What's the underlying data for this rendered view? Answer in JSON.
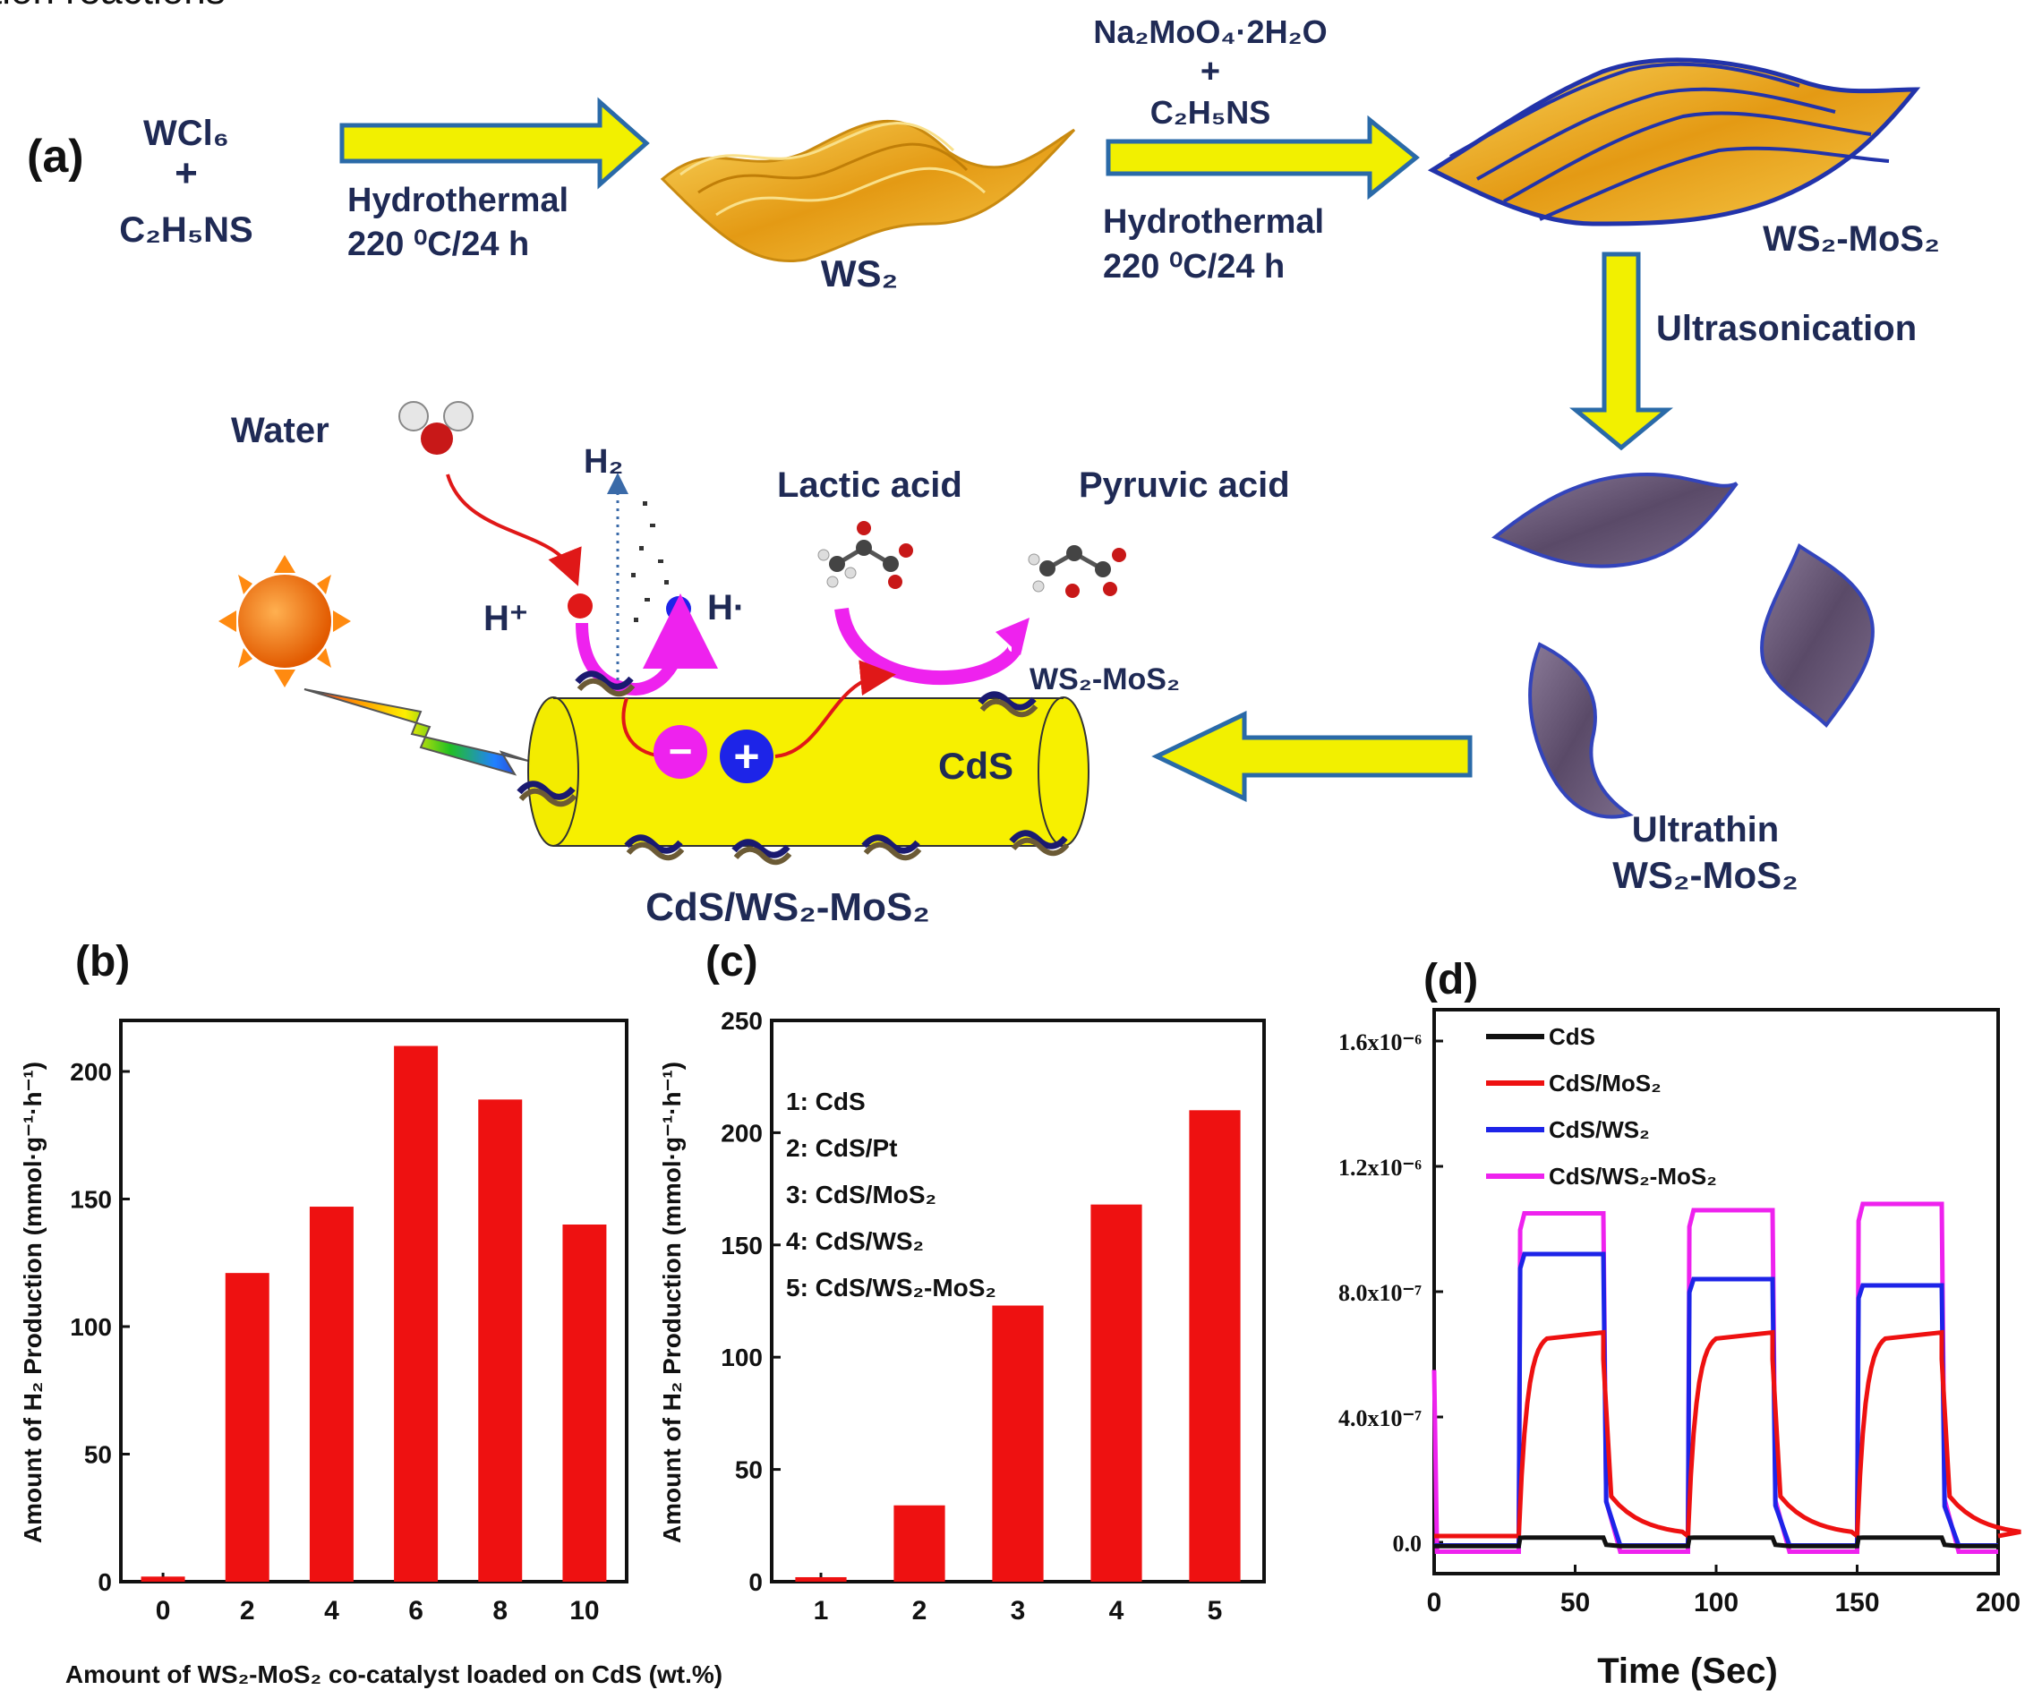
{
  "caption_fragment": "tion reactions",
  "panel_a": {
    "label": "(a)",
    "step1": {
      "reagent_1": "WCl₆",
      "plus": "+",
      "reagent_2": "C₂H₅NS",
      "condition_1": "Hydrothermal",
      "condition_2": "220 ⁰C/24 h",
      "product": "WS₂"
    },
    "step2": {
      "reagent_1": "Na₂MoO₄·2H₂O",
      "plus": "+",
      "reagent_2": "C₂H₅NS",
      "condition_1": "Hydrothermal",
      "condition_2": "220 ⁰C/24 h",
      "product": "WS₂-MoS₂"
    },
    "step3": {
      "condition": "Ultrasonication",
      "product_1": "Ultrathin",
      "product_2": "WS₂-MoS₂"
    },
    "mechanism": {
      "water": "Water",
      "h2": "H₂",
      "h_plus": "H⁺",
      "h_dot": "H·",
      "lactic": "Lactic acid",
      "pyruvic": "Pyruvic acid",
      "cocatalyst": "WS₂-MoS₂",
      "rod": "CdS",
      "minus": "−",
      "plus": "+",
      "composite": "CdS/WS₂-MoS₂"
    },
    "colors": {
      "arrow_fill": "#f2f000",
      "arrow_edge": "#2a6aa8",
      "sheet_gold": "#e7a61c",
      "sheet_purple": "#6a5a78",
      "rod": "#f7f000",
      "magenta": "#ee22ee"
    }
  },
  "panel_b": {
    "label": "(b)",
    "ylabel": "Amount of H₂ Production (mmol·g⁻¹·h⁻¹)",
    "xlabel": "Amount of WS₂-MoS₂ co-catalyst loaded on CdS (wt.%)"
  },
  "panel_c": {
    "label": "(c)",
    "ylabel": "Amount of H₂ Production (mmol·g⁻¹·h⁻¹)",
    "legend": [
      "1: CdS",
      "2: CdS/Pt",
      "3: CdS/MoS₂",
      "4: CdS/WS₂",
      "5: CdS/WS₂-MoS₂"
    ]
  },
  "panel_d": {
    "label": "(d)",
    "xlabel": "Time (Sec)"
  },
  "chart_data": [
    {
      "type": "bar",
      "categories": [
        "0",
        "2",
        "4",
        "6",
        "8",
        "10"
      ],
      "values": [
        2,
        121,
        147,
        210,
        189,
        140
      ],
      "ylim": [
        0,
        220
      ],
      "yticks": [
        0,
        50,
        100,
        150,
        200
      ],
      "bar_color": "#ee1111",
      "ylabel": "Amount of H₂ Production (mmol·g⁻¹·h⁻¹)",
      "xlabel": "Amount of WS₂-MoS₂ co-catalyst loaded on CdS (wt.%)"
    },
    {
      "type": "bar",
      "categories": [
        "1",
        "2",
        "3",
        "4",
        "5"
      ],
      "values": [
        2,
        34,
        123,
        168,
        210
      ],
      "ylim": [
        0,
        250
      ],
      "yticks": [
        0,
        50,
        100,
        150,
        200,
        250
      ],
      "bar_color": "#ee1111",
      "ylabel": "Amount of H₂ Production (mmol·g⁻¹·h⁻¹)"
    },
    {
      "type": "line",
      "xlim": [
        0,
        200
      ],
      "xticks": [
        0,
        50,
        100,
        150,
        200
      ],
      "ylim": [
        -1e-07,
        1.7e-06
      ],
      "yticks": [
        "0.0",
        "4.0x10⁻⁷",
        "8.0x10⁻⁷",
        "1.2x10⁻⁶",
        "1.6x10⁻⁶"
      ],
      "ytick_values": [
        0,
        4e-07,
        8e-07,
        1.2e-06,
        1.6e-06
      ],
      "xlabel": "Time (Sec)",
      "legend_position": "top-left",
      "on_intervals": [
        [
          30,
          60
        ],
        [
          90,
          120
        ],
        [
          150,
          180
        ]
      ],
      "series": [
        {
          "name": "CdS",
          "color": "#111111",
          "on_level": 1.5e-08,
          "off_level": -1.2e-08
        },
        {
          "name": "CdS/MoS₂",
          "color": "#ee1111",
          "on_level": 6.7e-07,
          "off_level": 2e-08
        },
        {
          "name": "CdS/WS₂",
          "color": "#1d24e8",
          "on_level": [
            9.2e-07,
            8.4e-07,
            8.2e-07
          ],
          "off_level": -1e-08
        },
        {
          "name": "CdS/WS₂-MoS₂",
          "color": "#ee22ee",
          "on_level": [
            1.05e-06,
            1.06e-06,
            1.08e-06
          ],
          "off_level": -3e-08
        }
      ]
    }
  ]
}
